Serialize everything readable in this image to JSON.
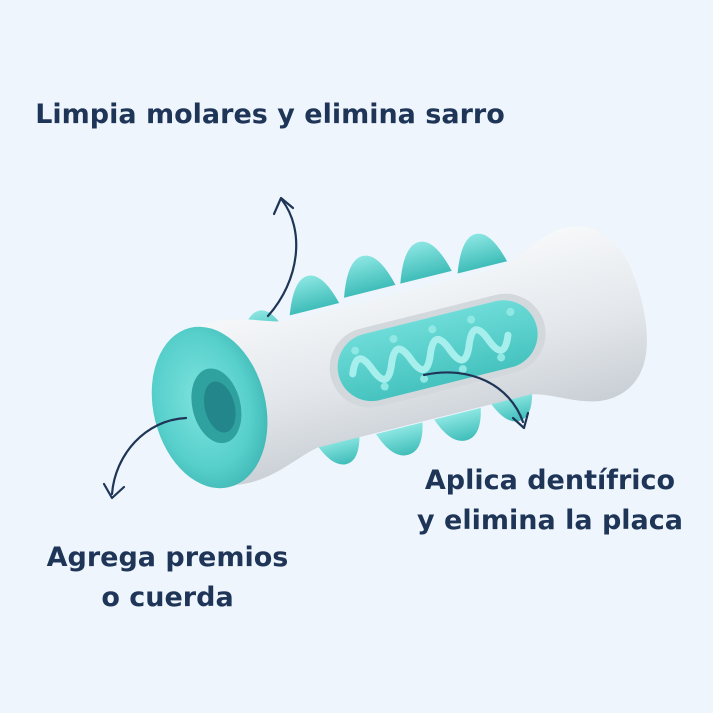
{
  "captions": {
    "top": "Limpia molares y elimina sarro",
    "right_line1": "Aplica dentífrico",
    "right_line2": "y elimina la placa",
    "left_line1": "Agrega premios",
    "left_line2": "o cuerda"
  },
  "colors": {
    "background": "#EEF5FC",
    "text": "#1F3557",
    "toy_body": "#E4E8EC",
    "toy_accent": "#5ED6D2",
    "arrow": "#1F3557"
  },
  "product": {
    "image": "dog-chew-toothbrush-bone"
  }
}
